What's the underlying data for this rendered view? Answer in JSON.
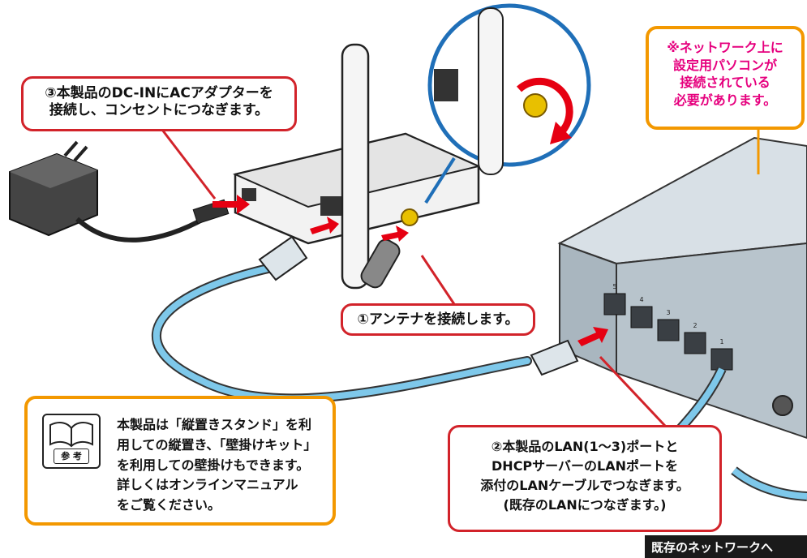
{
  "callouts": {
    "adapter": {
      "line1": "③本製品のDC-INにACアダプターを",
      "line2": "接続し、コンセントにつなぎます。"
    },
    "antenna": {
      "text": "①アンテナを接続します。"
    },
    "lan": {
      "line1": "②本製品のLAN(1〜3)ポートと",
      "line2": "DHCPサーバーのLANポートを",
      "line3": "添付のLANケーブルでつなぎます。",
      "line4": "(既存のLANにつなぎます。)"
    },
    "network_note": {
      "line1": "※ネットワーク上に",
      "line2": "設定用パソコンが",
      "line3": "接続されている",
      "line4": "必要があります。"
    },
    "reference": {
      "icon_label": "参 考",
      "line1": "本製品は「縦置きスタンド」を利",
      "line2": "用しての縦置き、「壁掛けキット」",
      "line3": "を利用しての壁掛けもできます。",
      "line4": "詳しくはオンラインマニュアル",
      "line5": "をご覧ください。"
    }
  },
  "existing_network_label": "既存のネットワークへ",
  "hub_port_numbers": [
    "5",
    "4",
    "3",
    "2",
    "1"
  ],
  "colors": {
    "callout_red": "#d2232a",
    "callout_orange": "#f39800",
    "note_text_magenta": "#e6007e",
    "cable_blue": "#7ec8ea",
    "hub_body": "#b8c4cc",
    "arrow_red": "#e60012"
  }
}
